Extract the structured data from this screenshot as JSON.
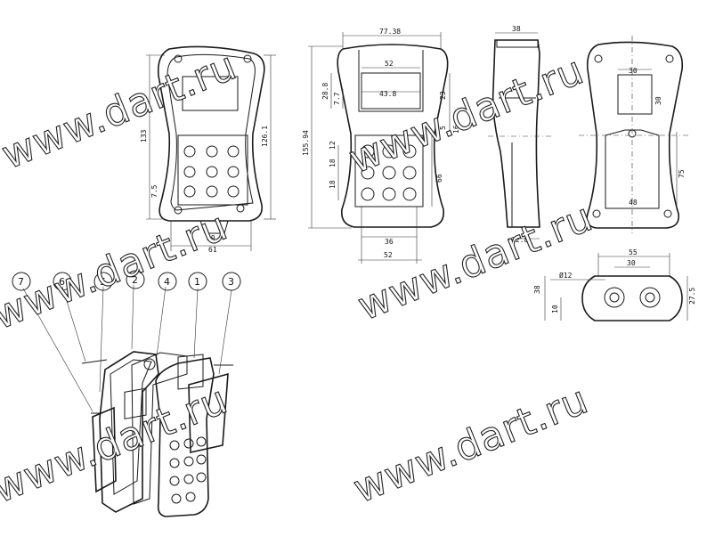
{
  "watermark": {
    "text": "www.dart.ru"
  },
  "front_view": {
    "dims": {
      "width_bottom": "61",
      "height_outer": "133",
      "height_inner": "126.1",
      "bottom_offset": "7.5",
      "bottom_gap": "39"
    }
  },
  "keypad_view": {
    "dims": {
      "width_top": "77.38",
      "display_width": "52",
      "display_height": "28.8",
      "display_inner": "43.8",
      "display_margin": "7.7",
      "right_a": "23",
      "right_b": "16",
      "right_c": "5",
      "total_height": "155.94",
      "row1": "12",
      "row2": "18",
      "row3": "18",
      "keys_height": "66",
      "keys_span": "36",
      "bottom_width": "52"
    }
  },
  "side_view": {
    "dims": {
      "top_width": "38",
      "bottom_width": "32.8"
    }
  },
  "back_view": {
    "dims": {
      "win_width": "30",
      "win_height": "30",
      "plate_height": "75",
      "plate_width": "48"
    }
  },
  "bottom_view": {
    "dims": {
      "overall": "55",
      "spacing": "30",
      "hole_diameter": "Ø12",
      "depth": "38",
      "offset": "10",
      "height_right": "27.5"
    }
  },
  "exploded_view": {
    "callouts": [
      "7",
      "6",
      "5",
      "2",
      "4",
      "1",
      "3"
    ]
  }
}
